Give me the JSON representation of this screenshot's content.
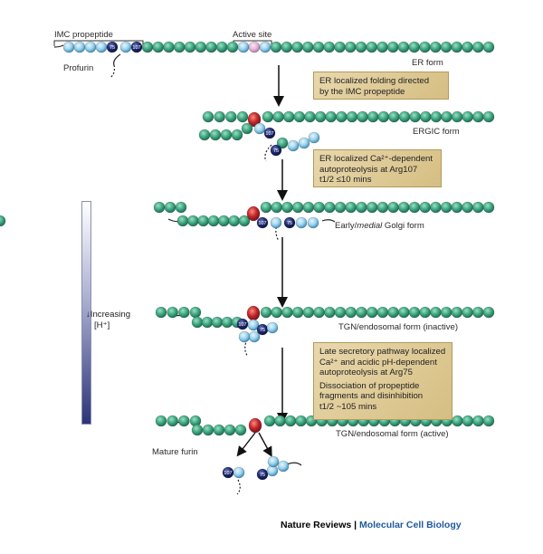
{
  "labels": {
    "imc_propeptide": "IMC propeptide",
    "active_site": "Active site",
    "profurin": "Profurin",
    "mature_furin": "Mature furin"
  },
  "residue_labels": {
    "r75": "75",
    "r107": "107"
  },
  "forms": [
    {
      "id": "er",
      "name": "ER form"
    },
    {
      "id": "ergic",
      "name": "ERGIC form"
    },
    {
      "id": "golgi",
      "name_parts": [
        "Early/",
        "medial",
        " Golgi form"
      ]
    },
    {
      "id": "tgn_inactive",
      "name": "TGN/endosomal form (inactive)"
    },
    {
      "id": "tgn_active",
      "name": "TGN/endosomal form (active)"
    }
  ],
  "steps": [
    {
      "lines": [
        "ER localized folding directed",
        "by the IMC propeptide"
      ]
    },
    {
      "lines": [
        "ER localized Ca²⁺-dependent",
        "autoproteolysis at Arg107",
        "t1/2 ≤10 mins"
      ]
    },
    {
      "lines": [
        "Late secretory pathway localized",
        "Ca²⁺ and acidic pH-dependent",
        "autoproteolysis at Arg75",
        "Dissociation of propeptide",
        "fragments and disinhibition",
        "t1/2 ~105 mins"
      ]
    }
  ],
  "scale": {
    "label_line1": "Increasing",
    "label_line2": "[H⁺]",
    "gradient": [
      "#ffffff",
      "#2c3478"
    ]
  },
  "colors": {
    "catalytic_bead": "#3fa882",
    "catalytic_edge": "#1e6d52",
    "propeptide_bead": "#9fd3ec",
    "propeptide_edge": "#3d8fb8",
    "residue_bead": "#1e2a6e",
    "active_site_uncleaved": "#e6b7d9",
    "active_site_active": "#c0262d",
    "step_box": "#e2cf9b",
    "journal_link": "#1f5a9e"
  },
  "footer": {
    "publisher": "Nature Reviews",
    "separator": " | ",
    "journal": "Molecular Cell Biology"
  }
}
